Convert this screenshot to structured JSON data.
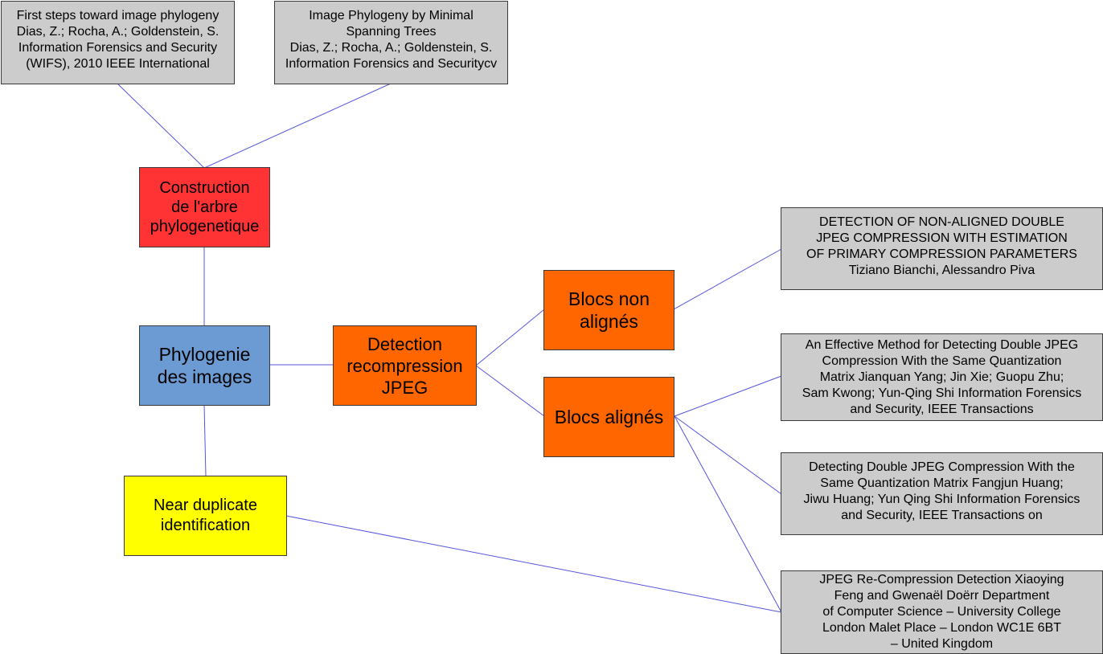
{
  "colors": {
    "edge": "#5555dd",
    "construction": "#ff3333",
    "phylogenie": "#6b9bd2",
    "jpeg": "#ff6600",
    "near_duplicate": "#ffff00",
    "reference": "#cccccc"
  },
  "nodes": {
    "ref_first_steps": [
      "First steps toward image phylogeny",
      "Dias, Z.; Rocha, A.; Goldenstein, S.",
      "Information Forensics and Security",
      "(WIFS), 2010 IEEE International"
    ],
    "ref_minimal_spanning": [
      "Image Phylogeny by Minimal",
      "Spanning Trees",
      "Dias, Z.; Rocha, A.; Goldenstein, S.",
      "Information Forensics and Securitycv"
    ],
    "construction": [
      "Construction",
      "de l'arbre",
      "phylogenetique"
    ],
    "phylogenie": [
      "Phylogenie",
      "des images"
    ],
    "detection_jpeg": [
      "Detection",
      "recompression",
      "JPEG"
    ],
    "blocs_non_alignes": [
      "Blocs non",
      "alignés"
    ],
    "blocs_alignes": [
      "Blocs alignés"
    ],
    "near_duplicate": [
      "Near duplicate",
      "identification"
    ],
    "ref_non_aligned": [
      "DETECTION OF NON-ALIGNED DOUBLE",
      "JPEG COMPRESSION WITH ESTIMATION",
      "OF PRIMARY COMPRESSION PARAMETERS",
      "Tiziano Bianchi, Alessandro Piva"
    ],
    "ref_effective_method": [
      "An Effective Method for Detecting Double JPEG",
      "Compression With the Same Quantization",
      "Matrix Jianquan Yang; Jin Xie; Guopu Zhu;",
      "Sam Kwong; Yun-Qing Shi Information Forensics",
      "and Security, IEEE Transactions"
    ],
    "ref_detecting_double": [
      "Detecting Double JPEG Compression With the",
      "Same Quantization Matrix Fangjun Huang;",
      "Jiwu Huang; Yun Qing Shi Information Forensics",
      "and Security, IEEE Transactions on"
    ],
    "ref_recompression": [
      "JPEG Re-Compression Detection Xiaoying",
      "Feng and Gwenaël Doërr Department",
      "of Computer Science – University College",
      "London Malet Place – London WC1E 6BT",
      "– United Kingdom"
    ]
  },
  "edges": [
    [
      "ref_first_steps",
      "construction"
    ],
    [
      "ref_minimal_spanning",
      "construction"
    ],
    [
      "construction",
      "phylogenie"
    ],
    [
      "phylogenie",
      "detection_jpeg"
    ],
    [
      "phylogenie",
      "near_duplicate"
    ],
    [
      "detection_jpeg",
      "blocs_non_alignes"
    ],
    [
      "detection_jpeg",
      "blocs_alignes"
    ],
    [
      "blocs_non_alignes",
      "ref_non_aligned"
    ],
    [
      "blocs_alignes",
      "ref_effective_method"
    ],
    [
      "blocs_alignes",
      "ref_detecting_double"
    ],
    [
      "blocs_alignes",
      "ref_recompression"
    ],
    [
      "near_duplicate",
      "ref_recompression"
    ]
  ]
}
